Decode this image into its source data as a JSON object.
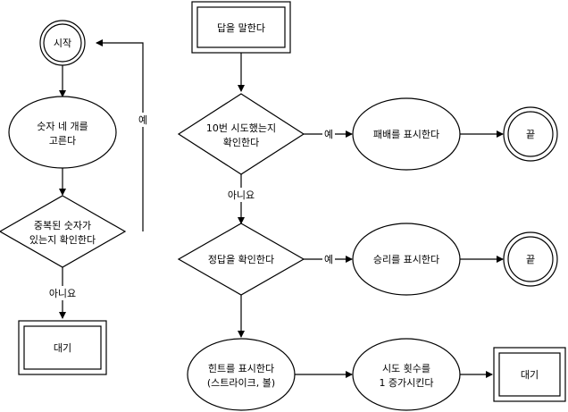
{
  "nodes": {
    "start": "시작",
    "pick": [
      "숫자 네 개를",
      "고른다"
    ],
    "dup_check": [
      "중복된 숫자가",
      "있는지 확인한다"
    ],
    "wait_left": "대기",
    "answer": "답을 말한다",
    "ten_check": [
      "10번 시도했는지",
      "확인한다"
    ],
    "show_loss": "패배를 표시한다",
    "end_top": "끝",
    "answer_check": "정답을 확인한다",
    "show_win": "승리를 표시한다",
    "end_mid": "끝",
    "hint": [
      "힌트를 표시한다",
      "(스트라이크, 볼)"
    ],
    "increment": [
      "시도 횟수를",
      "1 증가시킨다"
    ],
    "wait_right": "대기"
  },
  "edge_labels": {
    "dup_yes": "예",
    "dup_no": "아니요",
    "ten_yes": "예",
    "ten_no": "아니요",
    "answer_yes": "예"
  }
}
